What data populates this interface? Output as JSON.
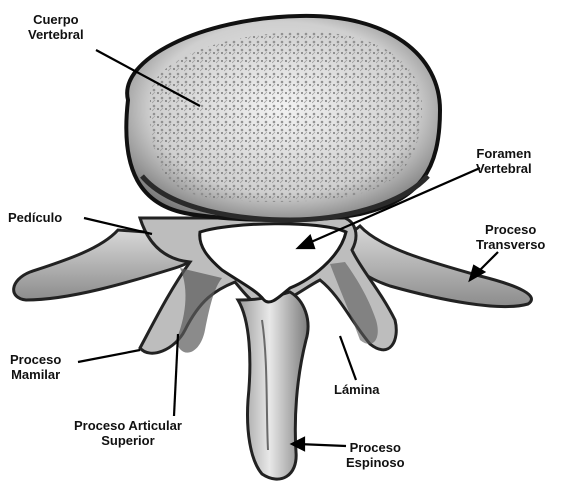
{
  "labels": {
    "cuerpo_vertebral": [
      "Cuerpo",
      "Vertebral"
    ],
    "foramen_vertebral": [
      "Foramen",
      "Vertebral"
    ],
    "pediculo": [
      "Pedículo"
    ],
    "proceso_transverso": [
      "Proceso",
      "Transverso"
    ],
    "proceso_mamilar": [
      "Proceso",
      "Mamilar"
    ],
    "lamina": [
      "Lámina"
    ],
    "proceso_articular_superior": [
      "Proceso Articular",
      "Superior"
    ],
    "proceso_espinoso": [
      "Proceso",
      "Espinoso"
    ]
  },
  "colors": {
    "ink": "#111111",
    "bone_light": "#e9e9e9",
    "bone_mid": "#a9a9a9",
    "bone_dark": "#3a3a3a",
    "background": "#ffffff"
  }
}
